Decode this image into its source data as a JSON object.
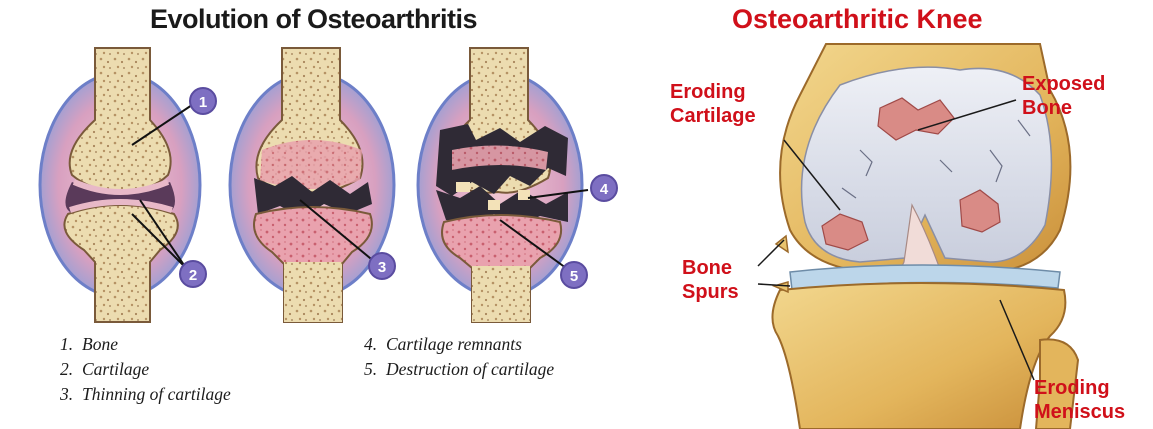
{
  "left_panel": {
    "title": "Evolution of Osteoarthritis",
    "legend": [
      {
        "num": "1.",
        "label": "Bone"
      },
      {
        "num": "2.",
        "label": "Cartilage"
      },
      {
        "num": "3.",
        "label": "Thinning of cartilage"
      },
      {
        "num": "4.",
        "label": "Cartilage remnants"
      },
      {
        "num": "5.",
        "label": "Destruction of cartilage"
      }
    ],
    "badges": [
      "1",
      "2",
      "3",
      "4",
      "5"
    ]
  },
  "right_panel": {
    "title": "Osteoarthritic Knee",
    "labels": {
      "eroding_cartilage_1": "Eroding",
      "eroding_cartilage_2": "Cartilage",
      "exposed_bone_1": "Exposed",
      "exposed_bone_2": "Bone",
      "bone_spurs_1": "Bone",
      "bone_spurs_2": "Spurs",
      "eroding_meniscus_1": "Eroding",
      "eroding_meniscus_2": "Meniscus"
    }
  },
  "colors": {
    "label_red": "#d0101a",
    "badge_purple": "#7e6fc2",
    "bone_tan": "#ecdcb0",
    "bone_speckle": "#b59264",
    "cartilage_pink": "#e6a8b6",
    "capsule_blue": "#8f9fd9",
    "eroded_dark": "#3a2f3f",
    "knee_gold": "#e9c46f",
    "knee_cartilage": "#d9dde8"
  }
}
